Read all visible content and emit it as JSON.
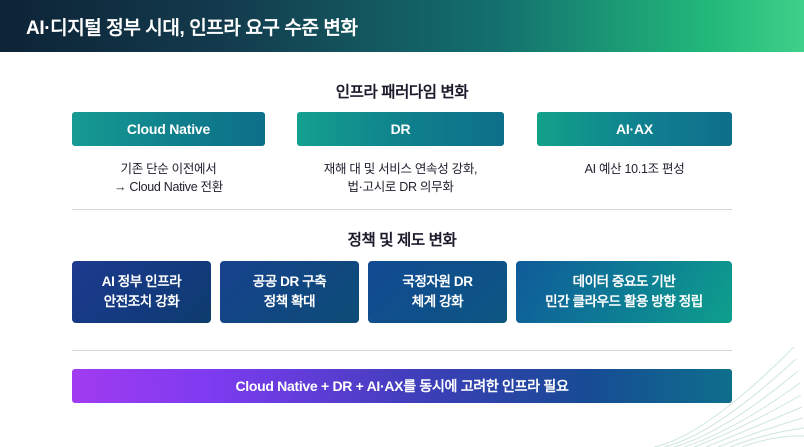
{
  "header": {
    "title": "AI·디지털 정부 시대, 인프라 요구 수준 변화"
  },
  "sections": {
    "paradigm_title": "인프라 패러다임 변화",
    "policy_title": "정책 및 제도 변화"
  },
  "paradigm": {
    "items": [
      {
        "label": "Cloud Native",
        "caption": "기존 단순 이전에서\n→ Cloud Native 전환"
      },
      {
        "label": "DR",
        "caption": "재해 대 및 서비스 연속성 강화,\n법·고시로 DR 의무화"
      },
      {
        "label": "AI·AX",
        "caption": "AI 예산 10.1조 편성"
      }
    ]
  },
  "policy": {
    "cards": [
      {
        "label": "AI 정부 인프라\n안전조치 강화"
      },
      {
        "label": "공공 DR 구축\n정책 확대"
      },
      {
        "label": "국정자원 DR\n체계 강화"
      },
      {
        "label": "데이터 중요도 기반\n민간 클라우드 활용 방향 정립"
      }
    ]
  },
  "conclusion": {
    "label": "Cloud Native + DR + AI·AX를 동시에 고려한 인프라 필요"
  },
  "colors": {
    "header_start": "#0d2336",
    "header_end": "#3fd089",
    "teal": "#0f7f8c",
    "navy": "#143f85",
    "purple": "#8c3bf0"
  }
}
